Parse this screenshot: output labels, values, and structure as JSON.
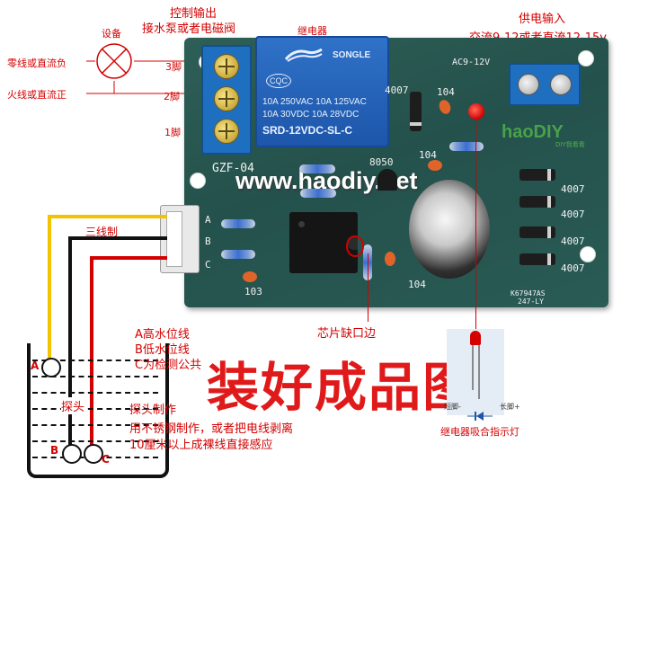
{
  "labels": {
    "control_output_title": "控制输出",
    "control_output_sub": "接水泵或者电磁阀",
    "relay": "继电器",
    "power_input_title": "供电输入",
    "power_input_sub": "交流9-12或者直流12-15v",
    "device": "设备",
    "zero_line": "零线或直流负",
    "fire_line": "火线或直流正",
    "pin3": "3脚",
    "pin2": "2脚",
    "pin1": "1脚",
    "three_wire": "三线制",
    "chip_notch": "芯片缺口边",
    "assembled_title": "装好成品图",
    "relay_indicator": "继电器吸合指示灯",
    "probe_label": "探头",
    "probe_making_title": "探头制作",
    "probe_making_line1": "用不锈钢制作，或者把电线剥离",
    "probe_making_line2": "10厘米以上成裸线直接感应",
    "line_a": "A高水位线",
    "line_b": "B低水位线",
    "line_c": "C为检测公共",
    "probe_a": "A",
    "probe_b": "B",
    "probe_c": "C",
    "led_short_leg": "短脚-",
    "led_long_leg": "长脚+"
  },
  "board": {
    "model": "GZF-04",
    "watermark": "www.haodiy.net",
    "brand": "haoDIY",
    "brand_sub": "DIY我看看",
    "ac_label": "AC9-12V",
    "diode_marks": [
      "4007",
      "4007",
      "4007",
      "4007",
      "4007"
    ],
    "cap_marks": [
      "104",
      "104",
      "104",
      "103"
    ],
    "transistor": "8050",
    "connector_pins": [
      "A",
      "B",
      "C"
    ],
    "pcb_code_1": "K67947AS",
    "pcb_code_2": "247-LY"
  },
  "relay_module": {
    "brand": "SONGLE",
    "line1": "10A 250VAC   10A 125VAC",
    "line2": "10A  30VDC   10A  28VDC",
    "model": "SRD-12VDC-SL-C",
    "cert": "CQC"
  },
  "colors": {
    "label_red": "#d40000",
    "pcb_green": "#2a5b55",
    "relay_blue": "#1d56aa",
    "wire_yellow": "#f2c300",
    "wire_black": "#111111",
    "wire_red": "#d40000"
  }
}
